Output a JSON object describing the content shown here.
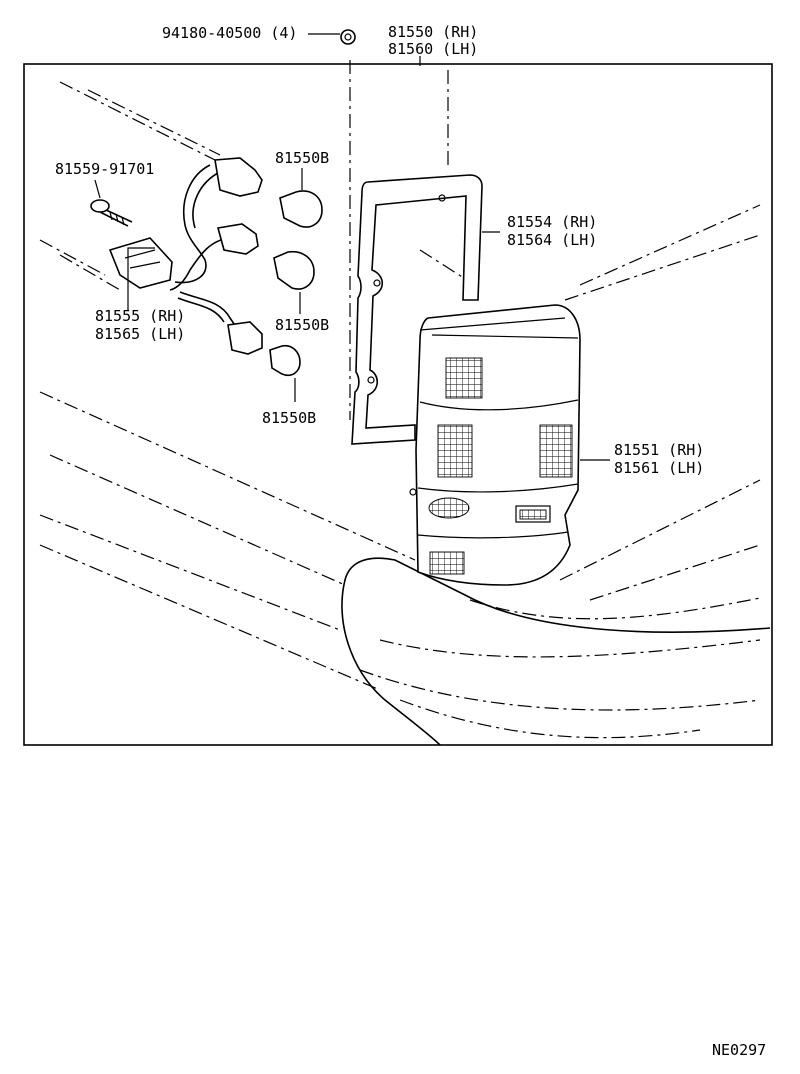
{
  "labels": {
    "nut": "94180-40500 (4)",
    "lamp_rh": "81550 (RH)",
    "lamp_lh": "81560 (LH)",
    "screw": "81559-91701",
    "bulb_top": "81550B",
    "gasket_rh": "81554 (RH)",
    "gasket_lh": "81564 (LH)",
    "socket_rh": "81555 (RH)",
    "socket_lh": "81565 (LH)",
    "bulb_mid": "81550B",
    "bulb_bottom": "81550B",
    "lens_rh": "81551 (RH)",
    "lens_lh": "81561 (LH)",
    "diagram_code": "NE0297"
  }
}
